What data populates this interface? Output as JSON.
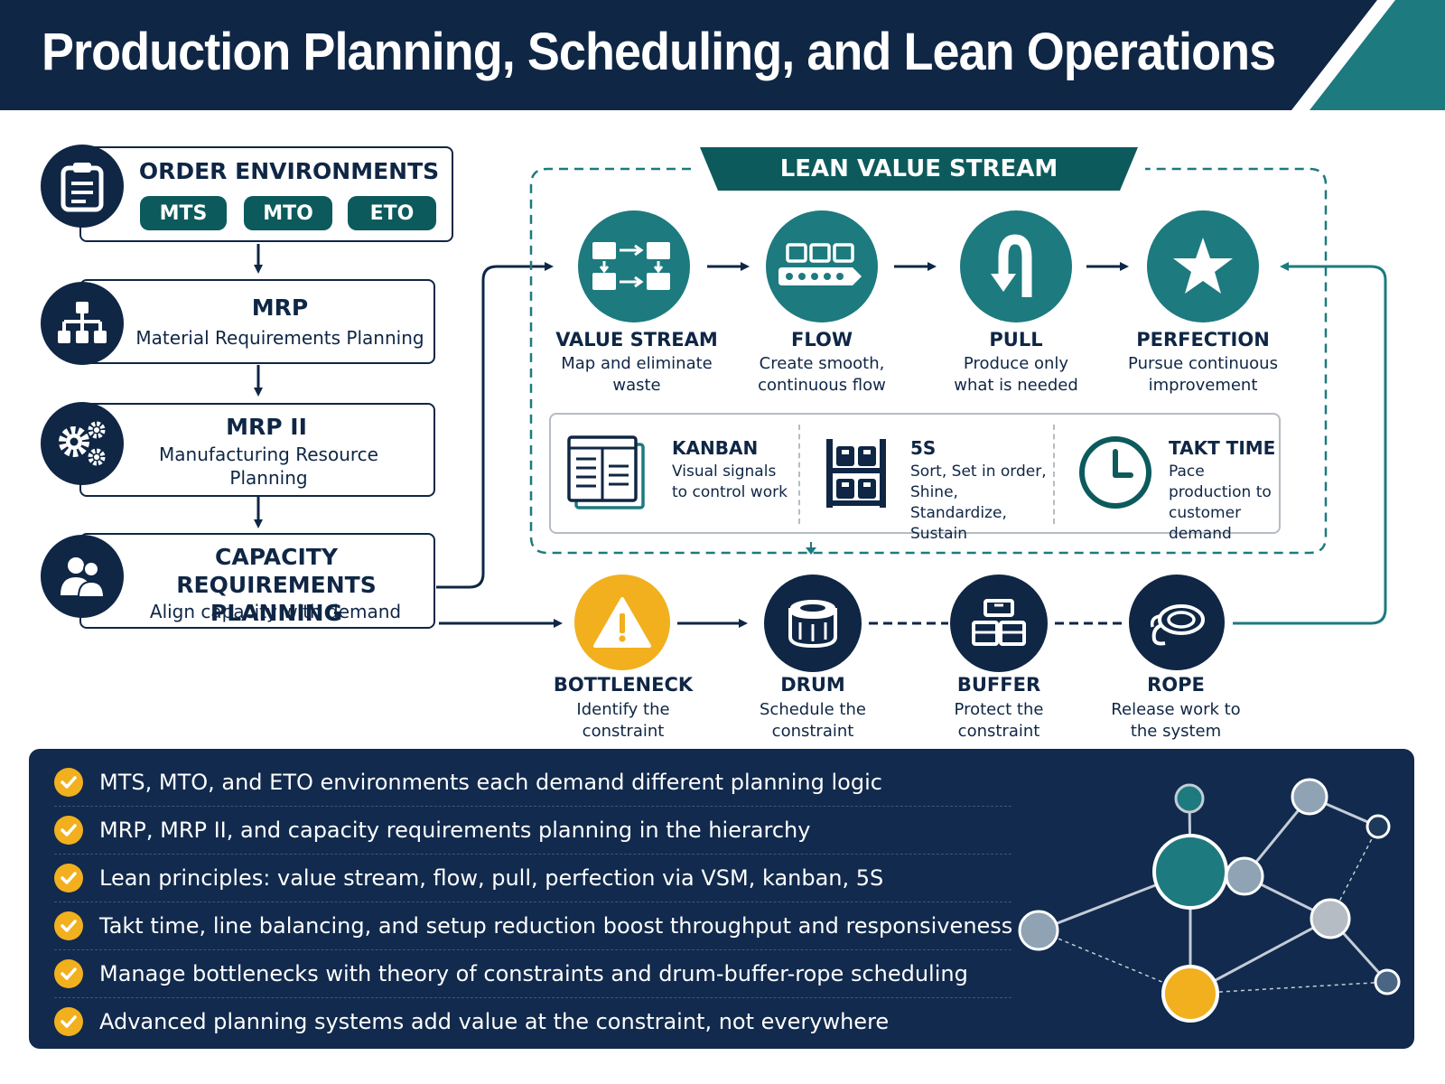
{
  "title": "Production Planning, Scheduling, and Lean Operations",
  "colors": {
    "navy": "#0f2645",
    "teal": "#1d7a7f",
    "dark_teal": "#0c5a5c",
    "gold": "#f2b01e",
    "panel": "#112a4d"
  },
  "hierarchy": {
    "order": {
      "title": "ORDER ENVIRONMENTS",
      "pills": [
        "MTS",
        "MTO",
        "ETO"
      ],
      "icon": "clipboard-icon"
    },
    "mrp": {
      "title": "MRP",
      "subtitle": "Material Requirements Planning",
      "icon": "org-chart-icon"
    },
    "mrp2": {
      "title": "MRP II",
      "subtitle": "Manufacturing Resource Planning",
      "icon": "gears-icon"
    },
    "crp": {
      "title": "CAPACITY REQUIREMENTS PLANNING",
      "subtitle": "Align capacity with demand",
      "icon": "people-icon"
    }
  },
  "lean": {
    "title": "LEAN VALUE STREAM",
    "principles": [
      {
        "label": "VALUE STREAM",
        "desc": "Map and eliminate waste",
        "icon": "value-stream-icon"
      },
      {
        "label": "FLOW",
        "desc": "Create smooth, continuous flow",
        "icon": "conveyor-icon"
      },
      {
        "label": "PULL",
        "desc": "Produce only what is needed",
        "icon": "u-turn-arrow-icon"
      },
      {
        "label": "PERFECTION",
        "desc": "Pursue continuous improvement",
        "icon": "star-icon"
      }
    ],
    "tools": [
      {
        "label": "KANBAN",
        "desc": "Visual signals to control work",
        "icon": "kanban-board-icon"
      },
      {
        "label": "5S",
        "desc": "Sort, Set in order, Shine, Standardize, Sustain",
        "icon": "shelf-icon"
      },
      {
        "label": "TAKT TIME",
        "desc": "Pace production to customer demand",
        "icon": "clock-icon"
      }
    ]
  },
  "toc": [
    {
      "label": "BOTTLENECK",
      "desc": "Identify the constraint",
      "icon": "warning-icon"
    },
    {
      "label": "DRUM",
      "desc": "Schedule the constraint",
      "icon": "drum-icon"
    },
    {
      "label": "BUFFER",
      "desc": "Protect the constraint",
      "icon": "buffer-icon"
    },
    {
      "label": "ROPE",
      "desc": "Release work to the system",
      "icon": "rope-icon"
    }
  ],
  "summary": [
    "MTS, MTO, and ETO environments each demand different planning logic",
    "MRP, MRP II, and capacity requirements planning in the hierarchy",
    "Lean principles: value stream, flow, pull, perfection via VSM, kanban, 5S",
    "Takt time, line balancing, and setup reduction boost throughput and responsiveness",
    "Manage bottlenecks with theory of constraints and drum-buffer-rope scheduling",
    "Advanced planning systems add value at the constraint, not everywhere"
  ]
}
